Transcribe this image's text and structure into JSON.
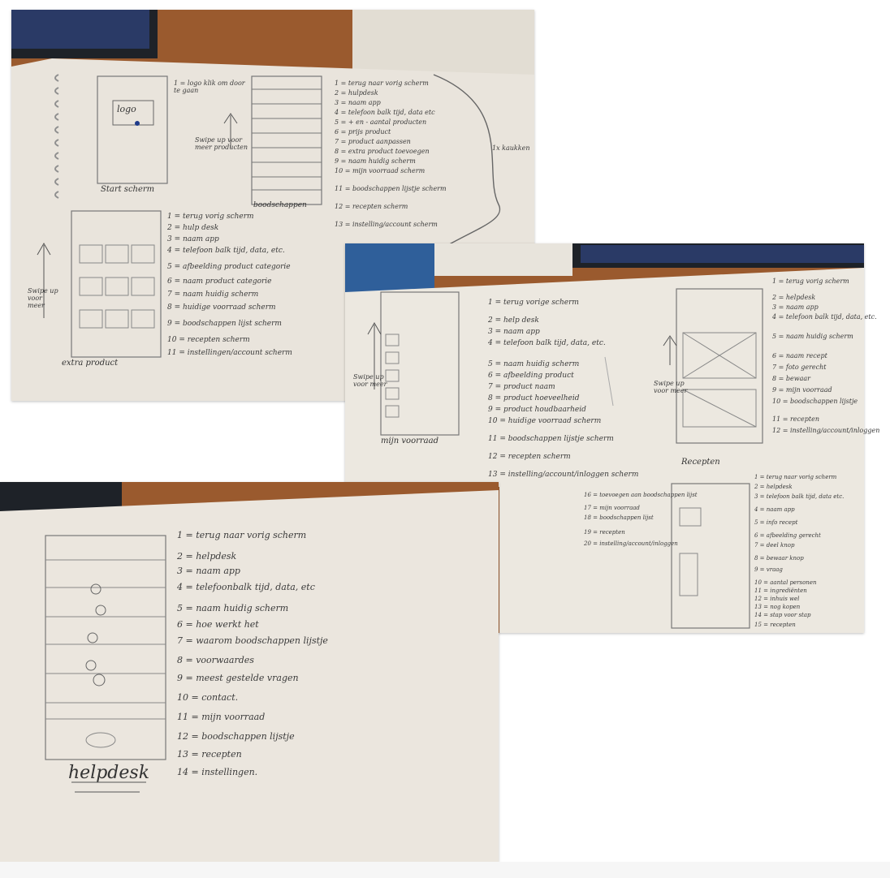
{
  "photo_1": {
    "caption_start": "Start scherm",
    "logo_text": "logo",
    "logo_note": "1 = logo klik om door te gaan",
    "swipe_note": "Swipe up voor meer producten",
    "caption_boodschappen": "boodschappen",
    "notes_top": [
      "1 = terug naar vorig scherm",
      "2 = hulpdesk",
      "3 = naam app",
      "4 = telefoon balk tijd, data etc",
      "5 = + en - aantal producten",
      "6 = prijs product",
      "7 = product aanpassen",
      "8 = extra product toevoegen",
      "9 = naam huidig scherm",
      "10 = mijn voorraad scherm",
      "11 = boodschappen lijstje scherm",
      "12 = recepten scherm",
      "13 = instelling/account scherm"
    ],
    "side_note": "1x kaukken",
    "caption_extra": "extra product",
    "swipe_note_2": "Swipe up voor meer",
    "notes_bottom": [
      "1 = terug vorig scherm",
      "2 = hulp desk",
      "3 = naam app",
      "4 = telefoon balk tijd, data, etc.",
      "5 = afbeelding product categorie",
      "6 = naam product categorie",
      "7 = naam huidig scherm",
      "8 = huidige voorraad scherm",
      "9 = boodschappen lijst scherm",
      "10 = recepten scherm",
      "11 = instellingen/account scherm"
    ]
  },
  "photo_2": {
    "caption_voorraad": "mijn voorraad",
    "swipe_note": "Swipe up voor meer",
    "notes_left": [
      "1 = terug vorige scherm",
      "2 = help desk",
      "3 = naam app",
      "4 = telefoon balk tijd, data, etc.",
      "5 = naam huidig scherm",
      "6 = afbeelding product",
      "7 = product naam",
      "8 = product hoeveelheid",
      "9 = product houdbaarheid",
      "10 = huidige voorraad scherm",
      "11 = boodschappen lijstje scherm",
      "12 = recepten scherm",
      "13 = instelling/account/inloggen scherm"
    ],
    "swipe_note_2": "Swipe up voor meer",
    "notes_extra": [
      "16 = toevoegen aan boodschappen lijst",
      "17 = mijn voorraad",
      "18 = boodschappen lijst",
      "19 = recepten",
      "20 = instelling/account/inloggen"
    ],
    "caption_recepten": "Recepten",
    "notes_right": [
      "1 = terug vorig scherm",
      "2 = helpdesk",
      "3 = naam app",
      "4 = telefoon balk tijd, data, etc.",
      "5 = naam huidig scherm",
      "6 = naam recept",
      "7 = foto gerecht",
      "8 = bewaar",
      "9 = mijn voorraad",
      "10 = boodschappen lijstje",
      "11 = recepten",
      "12 = instelling/account/inloggen"
    ],
    "notes_right_2": [
      "1 = terug naar vorig scherm",
      "2 = helpdesk",
      "3 = telefoon balk tijd, data etc.",
      "4 = naam app",
      "5 = info recept",
      "6 = afbeelding gerecht",
      "7 = deel knop",
      "8 = bewaar knop",
      "9 = vraag",
      "10 = aantal personen",
      "11 = ingrediënten",
      "12 = inhuis wel",
      "13 = nog kopen",
      "14 = stap voor stap",
      "15 = recepten"
    ]
  },
  "photo_3": {
    "caption_helpdesk": "helpdesk",
    "notes": [
      "1 = terug naar vorig scherm",
      "2 = helpdesk",
      "3 = naam app",
      "4 = telefoonbalk tijd, data, etc",
      "5 = naam huidig scherm",
      "6 = hoe werkt het",
      "7 = waarom boodschappen lijstje",
      "8 = voorwaardes",
      "9 = meest gestelde vragen",
      "10 = contact.",
      "11 = mijn voorraad",
      "12 = boodschappen lijstje",
      "13 = recepten",
      "14 = instellingen."
    ]
  },
  "colors": {
    "paper": "#e9e4dc",
    "paper_shadow": "#d6d0c5",
    "wood": "#9a5a2e",
    "dark": "#1e2228",
    "pencil": "#4a4a4a"
  }
}
